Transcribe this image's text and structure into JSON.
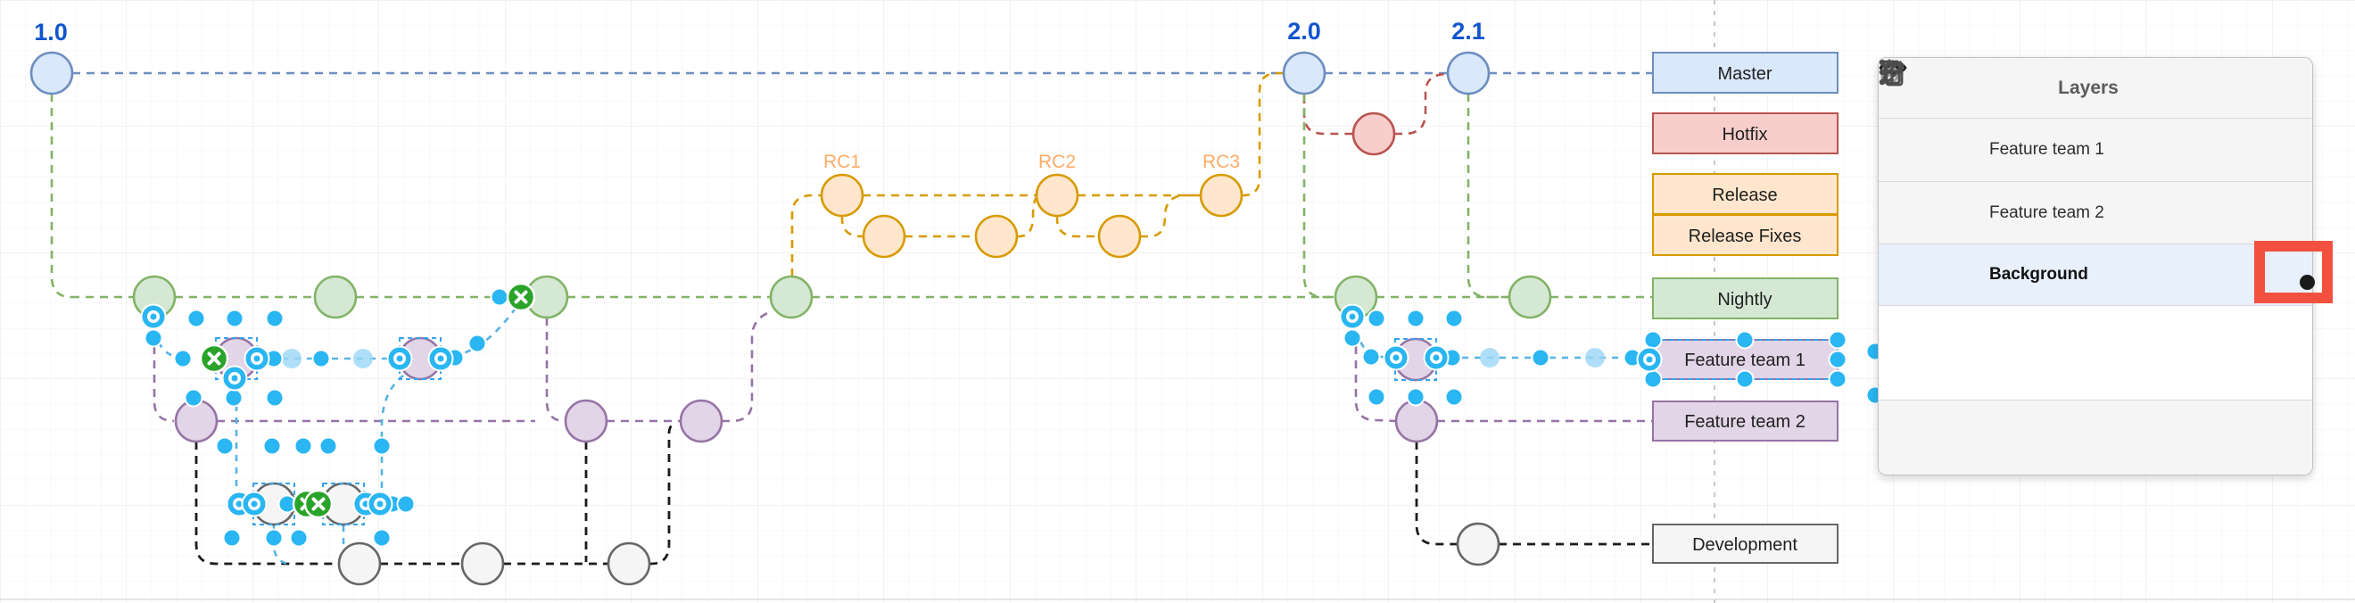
{
  "canvas": {
    "version_tags": [
      "1.0",
      "2.0",
      "2.1"
    ],
    "rc_tags": [
      "RC1",
      "RC2",
      "RC3"
    ],
    "branches": [
      {
        "key": "master",
        "label": "Master",
        "fill": "#dae8fc",
        "stroke": "#6c8ebf"
      },
      {
        "key": "hotfix",
        "label": "Hotfix",
        "fill": "#f8cecc",
        "stroke": "#b85450"
      },
      {
        "key": "release",
        "label": "Release",
        "fill": "#ffe6cc",
        "stroke": "#d79b00"
      },
      {
        "key": "release-fixes",
        "label": "Release Fixes",
        "fill": "#ffe6cc",
        "stroke": "#d79b00"
      },
      {
        "key": "nightly",
        "label": "Nightly",
        "fill": "#d5e8d4",
        "stroke": "#82b366"
      },
      {
        "key": "feature-team-1",
        "label": "Feature team 1",
        "fill": "#e1d5e7",
        "stroke": "#9673a6",
        "selected": true
      },
      {
        "key": "feature-team-2",
        "label": "Feature team 2",
        "fill": "#e1d5e7",
        "stroke": "#9673a6"
      },
      {
        "key": "development",
        "label": "Development",
        "fill": "#f5f5f5",
        "stroke": "#666666"
      }
    ]
  },
  "layers_panel": {
    "title": "Layers",
    "rows": [
      {
        "label": "Feature team 1",
        "visible": true,
        "locked": false,
        "selected": false
      },
      {
        "label": "Feature team 2",
        "visible": true,
        "locked": false,
        "selected": false
      },
      {
        "label": "Background",
        "visible": true,
        "locked": false,
        "selected": true,
        "current_layer_dot": true
      }
    ],
    "footer_buttons": [
      "delete-layer",
      "more-options",
      "edit-layer",
      "duplicate-layer",
      "add-layer"
    ]
  },
  "annotation": {
    "highlight_color": "#f4503f",
    "dot_color": "#1a1a1a"
  },
  "selection": {
    "handle_color": "#29b6f2",
    "outline_color": "#33a3ee",
    "fixed_point_color": "#29a329"
  }
}
